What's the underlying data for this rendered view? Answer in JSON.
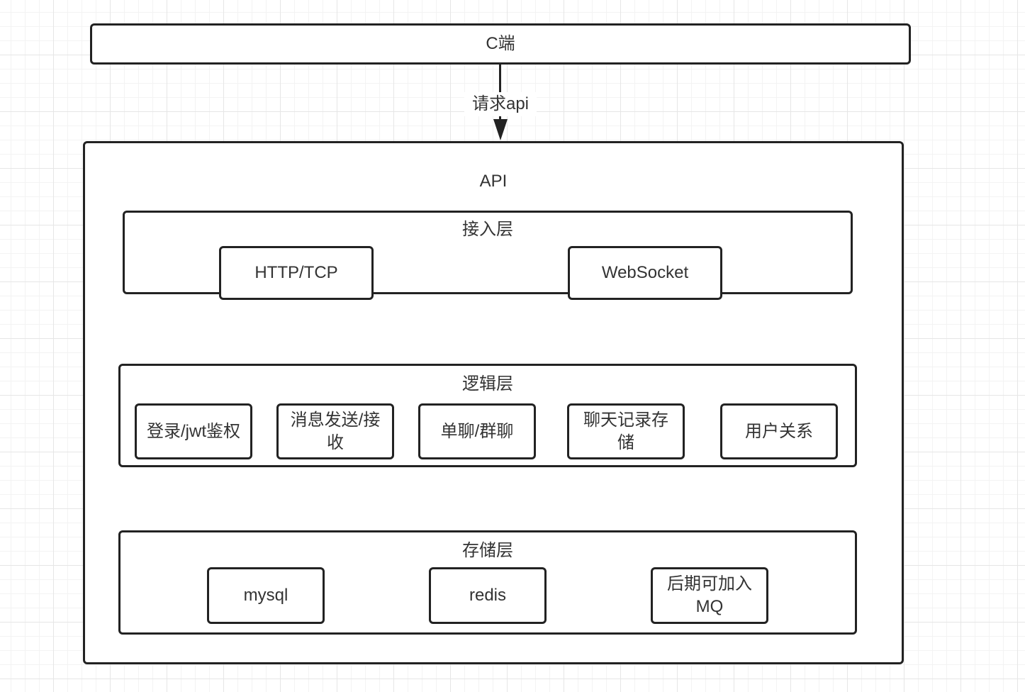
{
  "client": {
    "label": "C端"
  },
  "request_arrow": {
    "label": "请求api"
  },
  "api": {
    "title": "API",
    "access_layer": {
      "title": "接入层",
      "items": [
        "HTTP/TCP",
        "WebSocket"
      ]
    },
    "logic_layer": {
      "title": "逻辑层",
      "items": [
        "登录/jwt鉴权",
        "消息发送/接收",
        "单聊/群聊",
        "聊天记录存储",
        "用户关系"
      ]
    },
    "storage_layer": {
      "title": "存储层",
      "items": [
        "mysql",
        "redis",
        "后期可加入MQ"
      ]
    }
  }
}
